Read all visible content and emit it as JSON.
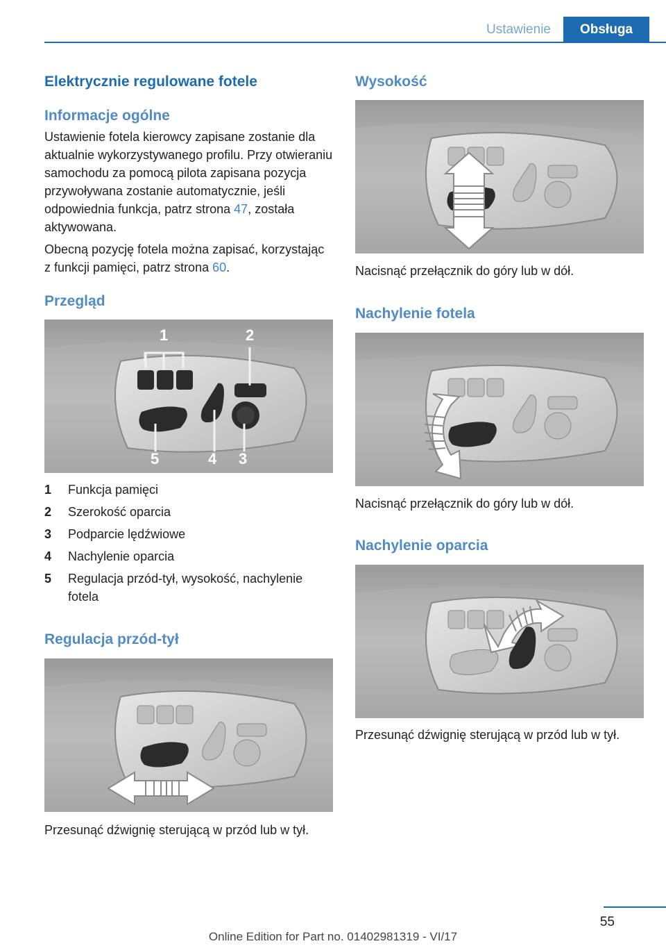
{
  "header": {
    "section": "Ustawienie",
    "chapter": "Obsługa"
  },
  "left": {
    "title": "Elektrycznie regulowane fotele",
    "general_heading": "Informacje ogólne",
    "general_p1_text": "Ustawienie fotela kierowcy zapisane zostanie dla aktualnie wykorzystywanego profilu. Przy otwieraniu samochodu za pomocą pilota zapi­sana pozycja przywoływana zostanie automa­tycznie, jeśli odpowiednia funkcja, patrz strona ",
    "general_p1_link": "47",
    "general_p1_tail": ", została aktywowana.",
    "general_p2_text": "Obecną pozycję fotela można zapisać, korzys­tając z funkcji pamięci, patrz strona ",
    "general_p2_link": "60",
    "general_p2_tail": ".",
    "overview_heading": "Przegląd",
    "overview_callouts": [
      "1",
      "2",
      "3",
      "4",
      "5"
    ],
    "legend": [
      {
        "num": "1",
        "text": "Funkcja pamięci"
      },
      {
        "num": "2",
        "text": "Szerokość oparcia"
      },
      {
        "num": "3",
        "text": "Podparcie lędźwiowe"
      },
      {
        "num": "4",
        "text": "Nachylenie oparcia"
      },
      {
        "num": "5",
        "text": "Regulacja przód-tył, wysokość, nachylenie fotela"
      }
    ],
    "fore_aft_heading": "Regulacja przód-tył",
    "fore_aft_text": "Przesunąć dźwignię sterującą w przód lub w tył."
  },
  "right": {
    "height_heading": "Wysokość",
    "height_text": "Nacisnąć przełącznik do góry lub w dół.",
    "tilt_heading": "Nachylenie fotela",
    "tilt_text": "Nacisnąć przełącznik do góry lub w dół.",
    "backrest_heading": "Nachylenie oparcia",
    "backrest_text": "Przesunąć dźwignię sterującą w przód lub w tył."
  },
  "footer": {
    "page": "55",
    "edition": "Online Edition for Part no. 01402981319 - VI/17"
  }
}
